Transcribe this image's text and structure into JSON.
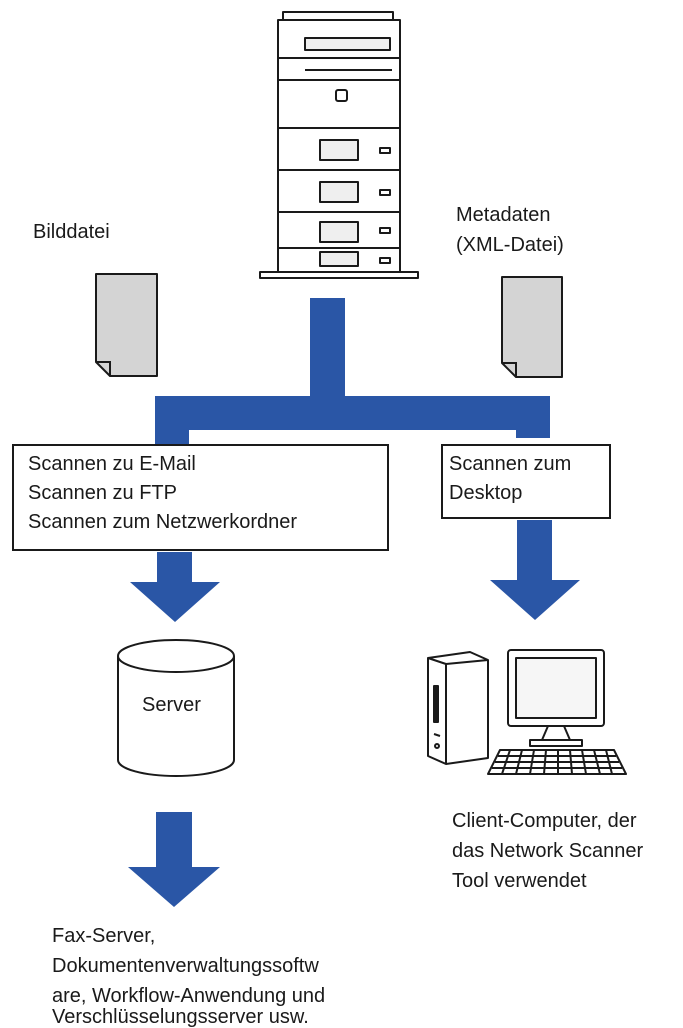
{
  "labels": {
    "image_file": "Bilddatei",
    "metadata_line1": "Metadaten",
    "metadata_line2": "(XML-Datei)",
    "server": "Server",
    "client_line1": "Client-Computer, der",
    "client_line2": "das Network Scanner",
    "client_line3": "Tool verwendet",
    "dest_line1": "Fax-Server,",
    "dest_line2": "Dokumentenverwaltungssoftw",
    "dest_line3": "are, Workflow-Anwendung und",
    "dest_line4": "Verschlüsselungsserver usw."
  },
  "left_box": {
    "items": [
      "Scannen zu E-Mail",
      "Scannen zu FTP",
      "Scannen zum Netzwerkordner"
    ]
  },
  "right_box": {
    "items": [
      "Scannen zum",
      "Desktop"
    ]
  },
  "icons": [
    "printer-icon",
    "document-icon",
    "database-icon",
    "desktop-computer-icon"
  ],
  "colors": {
    "arrow": "#2a56a6",
    "document_fill": "#d4d4d4",
    "outline": "#1a1a1a"
  }
}
